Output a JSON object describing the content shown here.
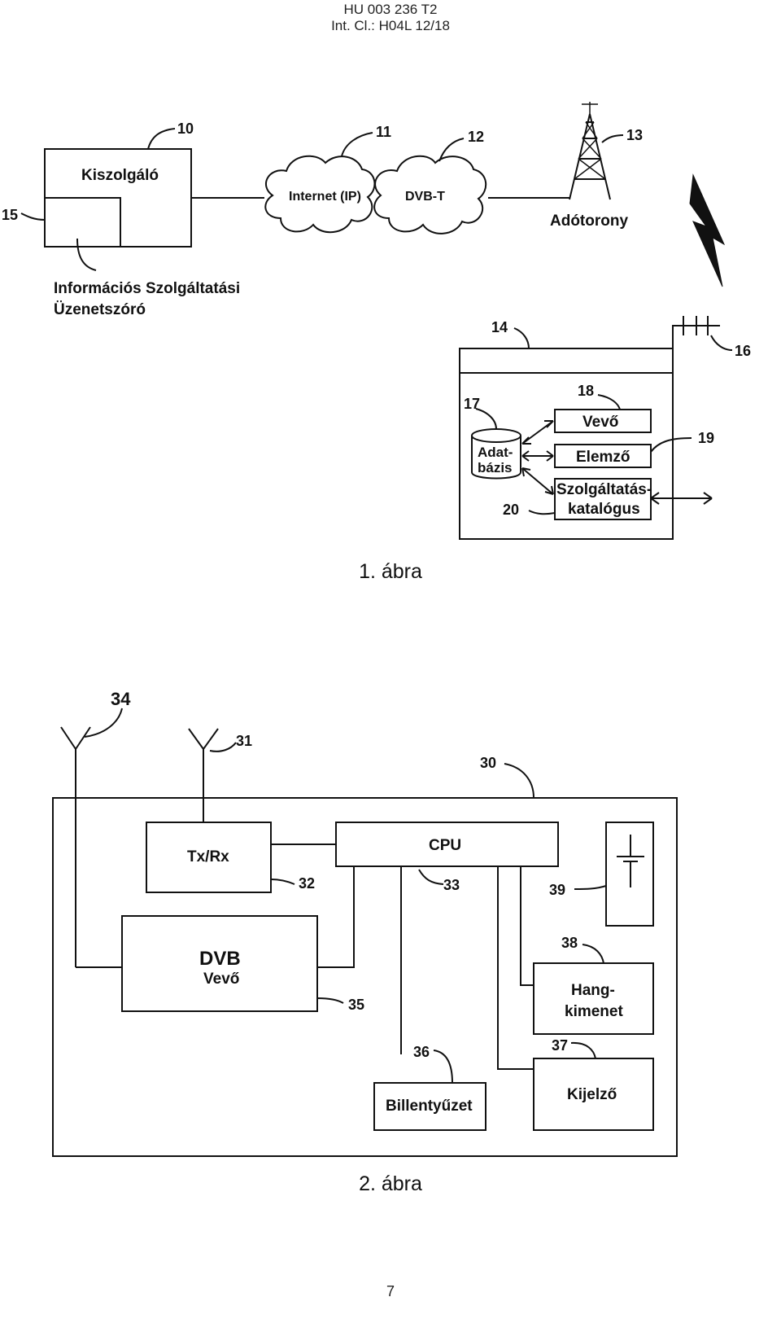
{
  "header": {
    "doc_id": "HU 003 236 T2",
    "int_cl": "Int. Cl.: H04L 12/18"
  },
  "fig1": {
    "caption": "1. ábra",
    "server_label": "Kiszolgáló",
    "broadcaster_label_line1": "Információs Szolgáltatási",
    "broadcaster_label_line2": "Üzenetszóró",
    "internet_label": "Internet (IP)",
    "dvbt_label": "DVB-T",
    "tower_label": "Adótorony",
    "db_label_line1": "Adat-",
    "db_label_line2": "bázis",
    "receiver_label": "Vevő",
    "parser_label": "Elemző",
    "catalog_label_line1": "Szolgáltatás-",
    "catalog_label_line2": "katalógus",
    "refs": {
      "r10": "10",
      "r11": "11",
      "r12": "12",
      "r13": "13",
      "r14": "14",
      "r15": "15",
      "r16": "16",
      "r17": "17",
      "r18": "18",
      "r19": "19",
      "r20": "20"
    }
  },
  "fig2": {
    "caption": "2. ábra",
    "txrx_label": "Tx/Rx",
    "cpu_label": "CPU",
    "dvb_label_line1": "DVB",
    "dvb_label_line2": "Vevő",
    "audio_label_line1": "Hang-",
    "audio_label_line2": "kimenet",
    "keyboard_label": "Billentyűzet",
    "display_label": "Kijelző",
    "refs": {
      "r30": "30",
      "r31": "31",
      "r32": "32",
      "r33": "33",
      "r34": "34",
      "r35": "35",
      "r36": "36",
      "r37": "37",
      "r38": "38",
      "r39": "39"
    }
  },
  "page_number": "7"
}
